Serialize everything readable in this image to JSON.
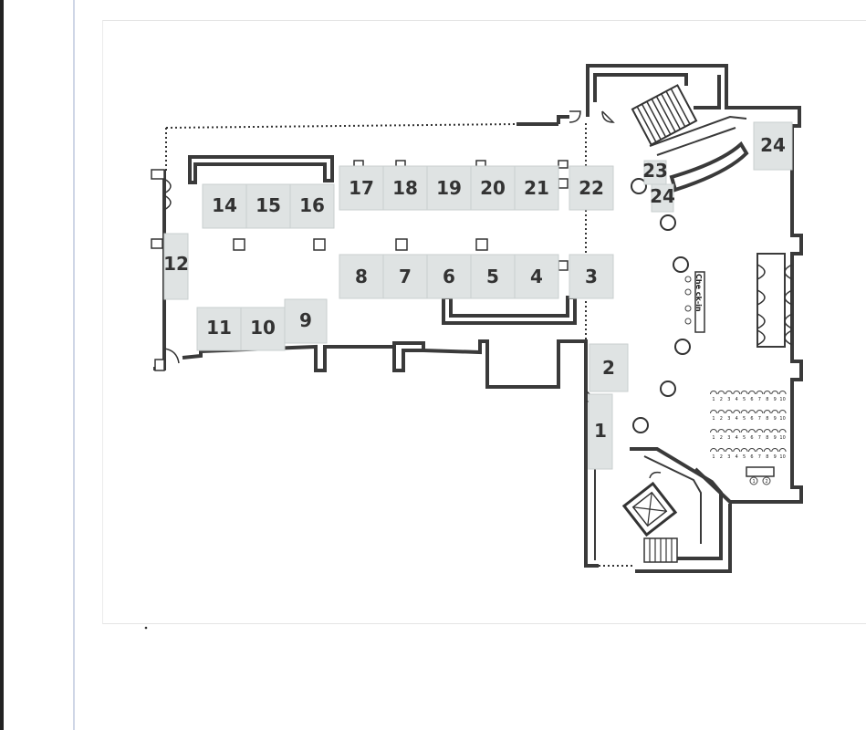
{
  "floor_plan": {
    "booths": [
      {
        "id": "booth-1",
        "label": "1"
      },
      {
        "id": "booth-2",
        "label": "2"
      },
      {
        "id": "booth-3",
        "label": "3"
      },
      {
        "id": "booth-4",
        "label": "4"
      },
      {
        "id": "booth-5",
        "label": "5"
      },
      {
        "id": "booth-6",
        "label": "6"
      },
      {
        "id": "booth-7",
        "label": "7"
      },
      {
        "id": "booth-8",
        "label": "8"
      },
      {
        "id": "booth-9",
        "label": "9"
      },
      {
        "id": "booth-10",
        "label": "10"
      },
      {
        "id": "booth-11",
        "label": "11"
      },
      {
        "id": "booth-12",
        "label": "12"
      },
      {
        "id": "booth-14",
        "label": "14"
      },
      {
        "id": "booth-15",
        "label": "15"
      },
      {
        "id": "booth-16",
        "label": "16"
      },
      {
        "id": "booth-17",
        "label": "17"
      },
      {
        "id": "booth-18",
        "label": "18"
      },
      {
        "id": "booth-19",
        "label": "19"
      },
      {
        "id": "booth-20",
        "label": "20"
      },
      {
        "id": "booth-21",
        "label": "21"
      },
      {
        "id": "booth-22",
        "label": "22"
      },
      {
        "id": "booth-23",
        "label": "23"
      },
      {
        "id": "booth-24a",
        "label": "24"
      },
      {
        "id": "booth-24b",
        "label": "24"
      }
    ],
    "checkin_label": "Che ck-in",
    "seat_numbers": [
      "1",
      "2",
      "3",
      "4",
      "5",
      "6",
      "7",
      "8",
      "9",
      "10"
    ],
    "seat_rows": 4,
    "stage_seats": [
      "1",
      "2"
    ]
  }
}
